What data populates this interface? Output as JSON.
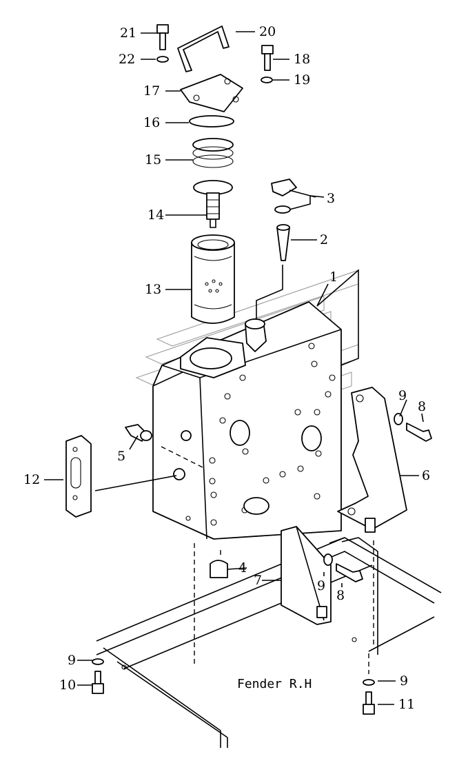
{
  "caption": "Fender R.H",
  "callouts": {
    "c1": "1",
    "c2": "2",
    "c3": "3",
    "c4": "4",
    "c5": "5",
    "c6": "6",
    "c7": "7",
    "c8a": "8",
    "c8b": "8",
    "c9a": "9",
    "c9b": "9",
    "c9c": "9",
    "c9d": "9",
    "c10": "10",
    "c11": "11",
    "c12": "12",
    "c13": "13",
    "c14": "14",
    "c15": "15",
    "c16": "16",
    "c17": "17",
    "c18": "18",
    "c19": "19",
    "c20": "20",
    "c21": "21",
    "c22": "22"
  }
}
